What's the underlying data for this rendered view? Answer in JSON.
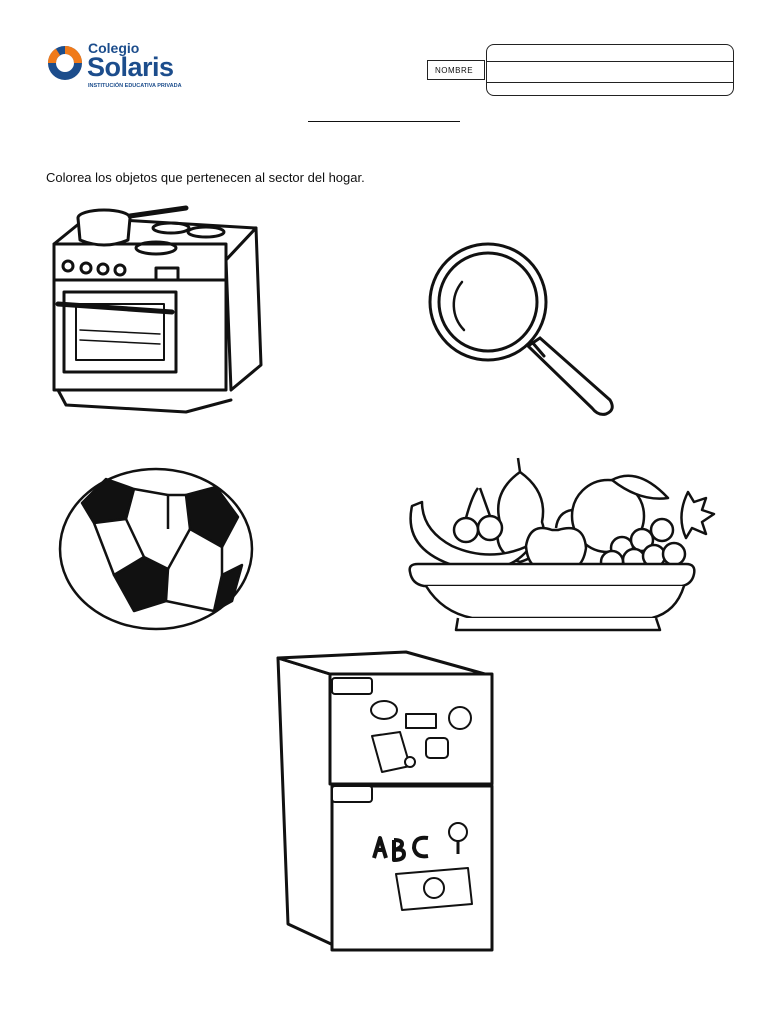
{
  "header": {
    "logo": {
      "line1": "Colegio",
      "line2": "Solaris",
      "tagline": "INSTITUCIÓN EDUCATIVA PRIVADA",
      "colors": {
        "blue": "#1c4d8c",
        "orange": "#f07a1a"
      }
    },
    "name_label": "NOMBRE"
  },
  "worksheet": {
    "instruction": "Colorea los objetos que pertenecen al sector del hogar.",
    "items": [
      {
        "icon": "stove-icon"
      },
      {
        "icon": "magnifying-glass-icon"
      },
      {
        "icon": "soccer-ball-icon"
      },
      {
        "icon": "fruit-bowl-icon"
      },
      {
        "icon": "refrigerator-icon"
      }
    ]
  }
}
